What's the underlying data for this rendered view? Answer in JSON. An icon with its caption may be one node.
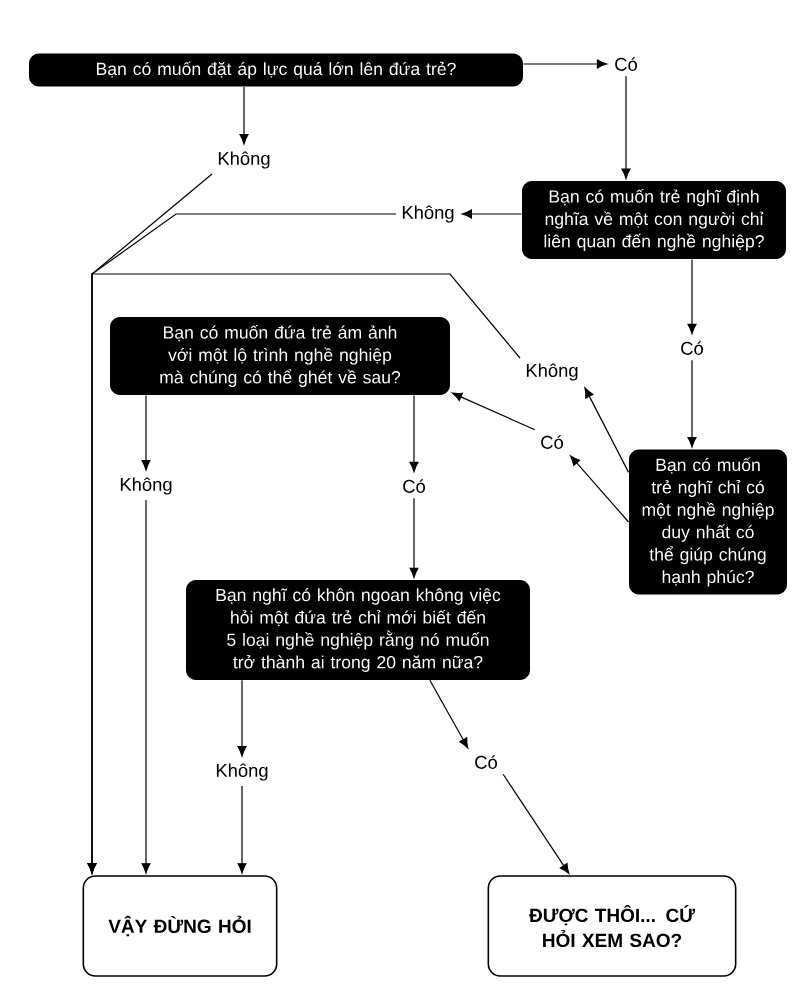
{
  "diagram": {
    "nodes": [
      {
        "text": [
          "Bạn có muốn đặt áp lực quá lớn lên đứa trẻ?"
        ]
      },
      {
        "text": [
          "Có"
        ]
      },
      {
        "text": [
          "Không"
        ]
      },
      {
        "text": [
          "Bạn có muốn trẻ nghĩ định nghĩa về một con người chỉ liên quan đến nghề nghiệp?"
        ]
      },
      {
        "text": [
          "Không"
        ]
      },
      {
        "text": [
          "Có"
        ]
      },
      {
        "text": [
          "Bạn có muốn đứa trẻ ám ảnh với một lộ trình nghề nghiệp mà chúng có thể ghét về sau?"
        ]
      },
      {
        "text": [
          "Bạn có muốn trẻ nghĩ chỉ có một nghề nghiệp duy nhất có thể giúp chúng hạnh phúc?"
        ]
      },
      {
        "text": [
          "Không"
        ]
      },
      {
        "text": [
          "Có"
        ]
      },
      {
        "text": [
          "Không"
        ]
      },
      {
        "text": [
          "Có"
        ]
      },
      {
        "text": [
          "Bạn nghĩ có khôn ngoan không việc hỏi một đứa trẻ chỉ mới biết đến 5 loại nghề nghiệp rằng nó muốn trở thành ai trong 20 năm nữa?"
        ]
      },
      {
        "text": [
          "Không"
        ]
      },
      {
        "text": [
          "Có"
        ]
      },
      {
        "text": [
          "VẬY ĐỪNG HỎI"
        ]
      },
      {
        "text": [
          "ĐƯỢC THÔI... CỨ HỎI XEM SAO?"
        ]
      }
    ],
    "edges": [
      {
        "from": 0,
        "to": 1,
        "arrow": "to"
      },
      {
        "from": 0,
        "to": 2,
        "arrow": "to"
      },
      {
        "from": 1,
        "to": 3,
        "arrow": "to"
      },
      {
        "from": 3,
        "to": 4,
        "arrow": "to"
      },
      {
        "from": 2,
        "to": 15,
        "arrow": "to"
      },
      {
        "from": 4,
        "to": 15,
        "arrow": "to"
      },
      {
        "from": 3,
        "to": 5,
        "arrow": "to"
      },
      {
        "from": 5,
        "to": 7,
        "arrow": "to"
      },
      {
        "from": 7,
        "to": 8,
        "arrow": "to"
      },
      {
        "from": 8,
        "to": 15,
        "arrow": "to"
      },
      {
        "from": 7,
        "to": 9,
        "arrow": "to"
      },
      {
        "from": 9,
        "to": 6,
        "arrow": "to"
      },
      {
        "from": 6,
        "to": 10,
        "arrow": "to"
      },
      {
        "from": 10,
        "to": 15,
        "arrow": "to"
      },
      {
        "from": 6,
        "to": 11,
        "arrow": "to"
      },
      {
        "from": 11,
        "to": 12,
        "arrow": "to"
      },
      {
        "from": 12,
        "to": 13,
        "arrow": "to"
      },
      {
        "from": 13,
        "to": 15,
        "arrow": "to"
      },
      {
        "from": 12,
        "to": 14,
        "arrow": "to"
      },
      {
        "from": 14,
        "to": 16,
        "arrow": "to"
      }
    ]
  }
}
